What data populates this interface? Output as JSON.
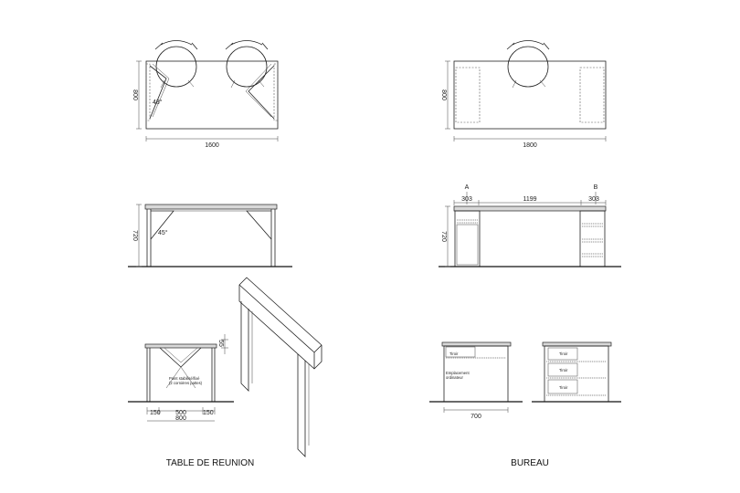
{
  "titles": {
    "left": "TABLE DE REUNION",
    "right": "BUREAU"
  },
  "table_reunion": {
    "plan": {
      "depth": "800",
      "length": "1600",
      "angle": "48°"
    },
    "elevation": {
      "height": "720",
      "angle": "45°"
    },
    "side": {
      "top_thickness": "55",
      "note_line1": "Point stabilisé/fixé",
      "note_line2": "(2 cornières pattes)",
      "dim_left": "150",
      "dim_center": "500",
      "dim_right": "150",
      "dim_total": "800"
    }
  },
  "bureau": {
    "plan": {
      "depth": "800",
      "length": "1800"
    },
    "elevation": {
      "height": "720",
      "marker_a": "A",
      "marker_b": "B",
      "dim_left": "303",
      "dim_center": "1199",
      "dim_right": "303"
    },
    "section_a": {
      "drawer_label": "Tiroir",
      "computer_line1": "Emplacement",
      "computer_line2": "ordinateur",
      "width": "700"
    },
    "section_b": {
      "drawer_1": "Tiroir",
      "drawer_2": "Tiroir",
      "drawer_3": "Tiroir"
    }
  }
}
